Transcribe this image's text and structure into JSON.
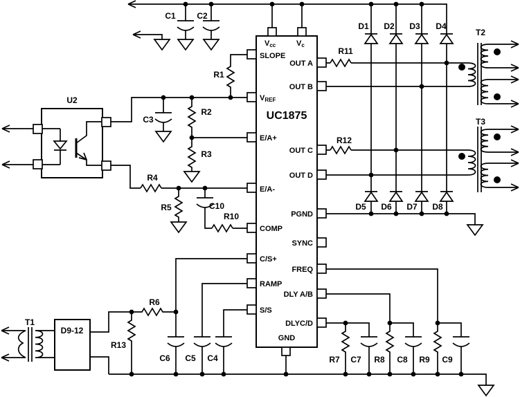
{
  "ic": {
    "name": "UC1875",
    "pins": {
      "vcc": {
        "b": "V",
        "s": "cc"
      },
      "vc": {
        "b": "V",
        "s": "c"
      },
      "slope": "SLOPE",
      "vref": {
        "b": "V",
        "s": "REF"
      },
      "ea_plus": "E/A+",
      "ea_minus": "E/A-",
      "comp": "COMP",
      "cs_plus": "C/S+",
      "ramp": "RAMP",
      "ss": "S/S",
      "out_a": "OUT A",
      "out_b": "OUT B",
      "out_c": "OUT C",
      "out_d": "OUT D",
      "pgnd": "PGND",
      "sync": "SYNC",
      "freq": "FREQ",
      "dly_ab": "DLY A/B",
      "dly_cd": "DLYC/D",
      "gnd": "GND"
    }
  },
  "components": {
    "capacitors": {
      "c1": "C1",
      "c2": "C2",
      "c3": "C3",
      "c4": "C4",
      "c5": "C5",
      "c6": "C6",
      "c7": "C7",
      "c8": "C8",
      "c9": "C9",
      "c10": "C10"
    },
    "resistors": {
      "r1": "R1",
      "r2": "R2",
      "r3": "R3",
      "r4": "R4",
      "r5": "R5",
      "r6": "R6",
      "r7": "R7",
      "r8": "R8",
      "r9": "R9",
      "r10": "R10",
      "r11": "R11",
      "r12": "R12",
      "r13": "R13"
    },
    "diodes": {
      "d1": "D1",
      "d2": "D2",
      "d3": "D3",
      "d4": "D4",
      "d5": "D5",
      "d6": "D6",
      "d7": "D7",
      "d8": "D8",
      "d9_12": "D9-12"
    },
    "transformers": {
      "t1": "T1",
      "t2": "T2",
      "t3": "T3"
    },
    "optocoupler": {
      "u2": "U2"
    }
  },
  "colors": {
    "line": "#000000",
    "background": "#ffffff"
  }
}
